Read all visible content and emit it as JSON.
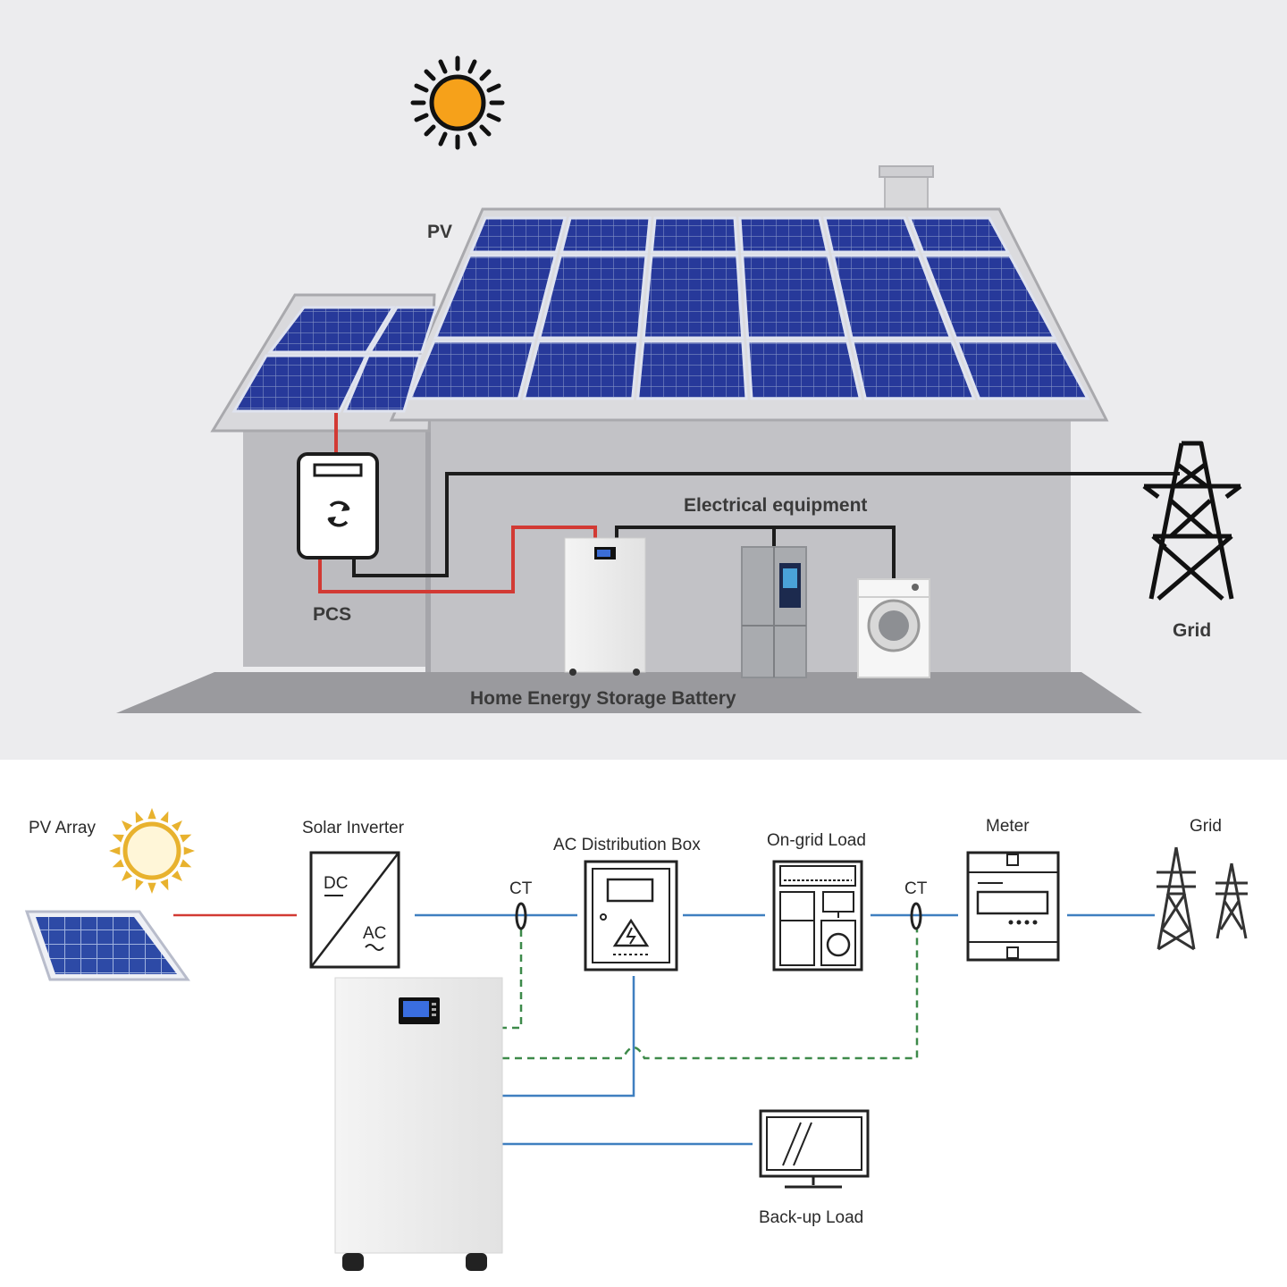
{
  "top": {
    "labels": {
      "pv": "PV",
      "pcs": "PCS",
      "electrical_equipment": "Electrical equipment",
      "grid": "Grid",
      "battery": "Home Energy Storage Battery"
    }
  },
  "bottom": {
    "labels": {
      "pv_array": "PV Array",
      "solar_inverter": "Solar Inverter",
      "dc": "DC",
      "ac": "AC",
      "ct_left": "CT",
      "ac_distribution_box": "AC Distribution Box",
      "on_grid_load": "On-grid Load",
      "ct_right": "CT",
      "meter": "Meter",
      "grid": "Grid",
      "backup_load": "Back-up Load"
    }
  },
  "colors": {
    "sun": "#f6a11a",
    "panel": "#27399a",
    "dc_line": "#d23a34",
    "ac_line": "#3f7fc0",
    "signal_line": "#3d8a4a",
    "house": "#b9b9bd",
    "background_top": "#ececee"
  },
  "icons": [
    "sun-icon",
    "solar-panel-icon",
    "inverter-icon",
    "battery-icon",
    "fridge-icon",
    "washing-machine-icon",
    "transmission-tower-icon",
    "distribution-box-icon",
    "meter-icon",
    "monitor-icon",
    "ct-icon"
  ]
}
